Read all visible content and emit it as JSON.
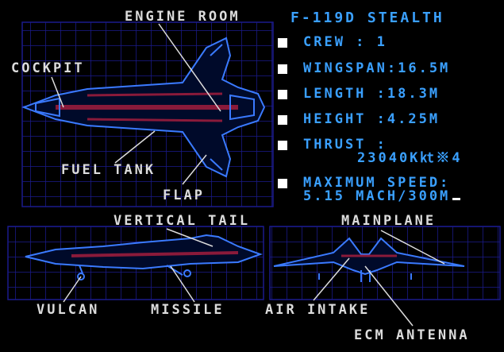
{
  "aircraft": {
    "title": "F-119D STEALTH"
  },
  "specs": [
    {
      "line1": "CREW  :  1",
      "line2": ""
    },
    {
      "line1": "WINGSPAN:16.5M",
      "line2": ""
    },
    {
      "line1": "LENGTH   :18.3M",
      "line2": ""
    },
    {
      "line1": "HEIGHT   :4.25M",
      "line2": ""
    },
    {
      "line1": "THRUST   :",
      "line2": "23040K㏏※4"
    },
    {
      "line1": "MAXIMUM SPEED:",
      "line2": "5.15 MACH/300M"
    }
  ],
  "labels": {
    "engine_room": "ENGINE ROOM",
    "cockpit": "COCKPIT",
    "fuel_tank": "FUEL TANK",
    "flap": "FLAP",
    "vertical_tail": "VERTICAL TAIL",
    "mainplane": "MAINPLANE",
    "vulcan": "VULCAN",
    "missile": "MISSILE",
    "air_intake": "AIR INTAKE",
    "ecm_antenna": "ECM ANTENNA"
  },
  "colors": {
    "grid": "#1a1a8c",
    "outline": "#3a7aff",
    "detail": "#8a1a3a",
    "text_spec": "#3aa0ff",
    "text_label": "#dcdcdc"
  }
}
